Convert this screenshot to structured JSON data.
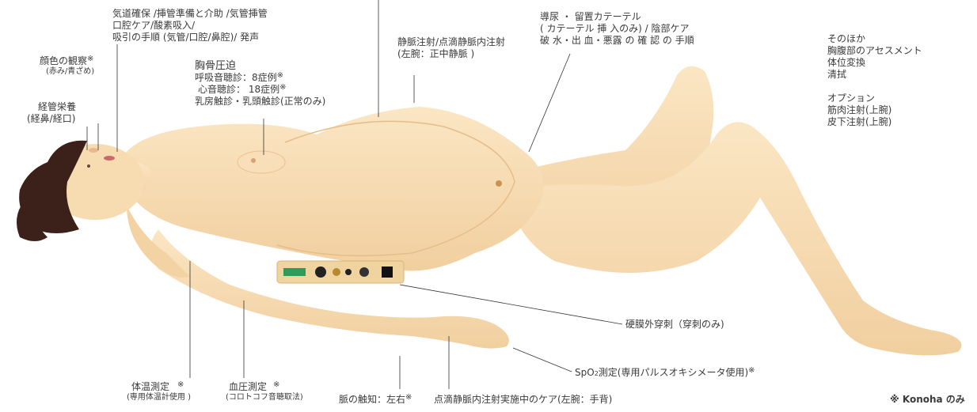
{
  "labels": {
    "airway": {
      "lines": [
        "気道確保 /挿管準備と介助 /気管挿管",
        "口腔ケア/酸素吸入/",
        "吸引の手順 (気管/口腔/鼻腔)/ 発声"
      ]
    },
    "face_color": {
      "title": "顔色の観察",
      "mark": "※",
      "sub": "(赤み/青ざめ)"
    },
    "tube_feeding": {
      "title": "経管栄養",
      "sub": "(経鼻/経口)"
    },
    "chest": {
      "title": "胸骨圧迫",
      "breath": "呼吸音聴診：8症例",
      "heart": "心音聴診： 18症例",
      "breast": "乳房触診・乳頭触診(正常のみ)",
      "mark": "※"
    },
    "iv": {
      "line1": "静脈注射/点滴静脈内注射",
      "line2": "(左腕：正中静脈 )"
    },
    "catheter": {
      "line1": "導尿 ・ 留置カテーテル",
      "line2": "( カテーテル 挿 入のみ) / 陰部ケア",
      "line3": "破 水・出 血・悪露 の 確 認 の 手順"
    },
    "other": {
      "title": "そのほか",
      "items": [
        "胸腹部のアセスメント",
        "体位変換",
        "清拭"
      ],
      "option_title": "オプション",
      "option_items": [
        "筋肉注射(上腕)",
        "皮下注射(上腕)"
      ]
    },
    "epidural": "硬膜外穿刺（穿刺のみ)",
    "spo2": {
      "prefix": "SpO",
      "sub": "2",
      "text": "測定(専用パルスオキシメータ使用)",
      "mark": "※"
    },
    "temp": {
      "title": "体温測定",
      "mark": "※",
      "sub": "(専用体温計使用 )"
    },
    "bp": {
      "title": "血圧測定",
      "mark": "※",
      "sub": "(コロトコフ音聴取法)"
    },
    "pulse": {
      "text": "脈の触知：左右",
      "mark": "※"
    },
    "iv_care": "点滴静脈内注射実施中のケア(左腕：手背)",
    "footnote": {
      "mark": "※",
      "text": "Konoha のみ"
    }
  },
  "colors": {
    "skin": "#f7dcb2",
    "skin_shade": "#ecc796",
    "hair": "#3b2119",
    "panel": "#efd49f",
    "leader": "#333333",
    "text": "#3a3a3a"
  }
}
